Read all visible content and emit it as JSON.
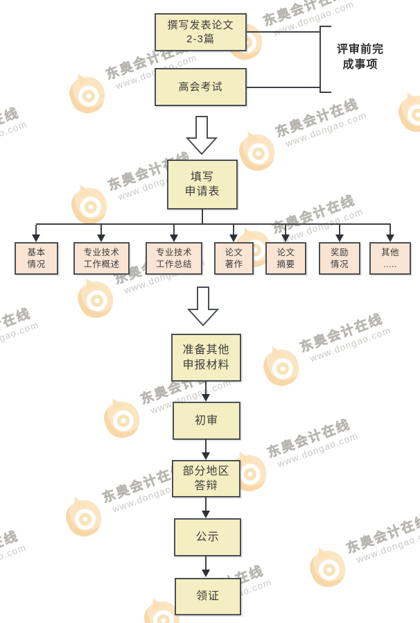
{
  "pre_review": {
    "paper_box": [
      "撰写发表论文",
      "2-3篇"
    ],
    "exam_box": [
      "高会考试"
    ],
    "bracket_label": [
      "评审前完",
      "成事项"
    ]
  },
  "application": {
    "fill_form_box": [
      "填写",
      "申请表"
    ],
    "sections": [
      [
        "基本",
        "情况"
      ],
      [
        "专业技术",
        "工作概述"
      ],
      [
        "专业技术",
        "工作总结"
      ],
      [
        "论文",
        "著作"
      ],
      [
        "论文",
        "摘要"
      ],
      [
        "奖励",
        "情况"
      ],
      [
        "其他",
        "....."
      ]
    ]
  },
  "steps": {
    "materials_box": [
      "准备其他",
      "申报材料"
    ],
    "first_review_box": [
      "初审"
    ],
    "defense_box": [
      "部分地区",
      "答辩"
    ],
    "publicity_box": [
      "公示"
    ],
    "certificate_box": [
      "领证"
    ]
  },
  "watermark": {
    "brand": "东奥会计在线",
    "url": "www.dongao.com",
    "logo_icon": "dongao-logo-icon"
  },
  "colors": {
    "box_yellow": "#f4efc2",
    "box_peach": "#fae4d3",
    "box_border": "#4a4e54",
    "connector": "#3d4146",
    "watermark_orange": "#fbe3bd",
    "label_text": "#2d2d2d"
  }
}
